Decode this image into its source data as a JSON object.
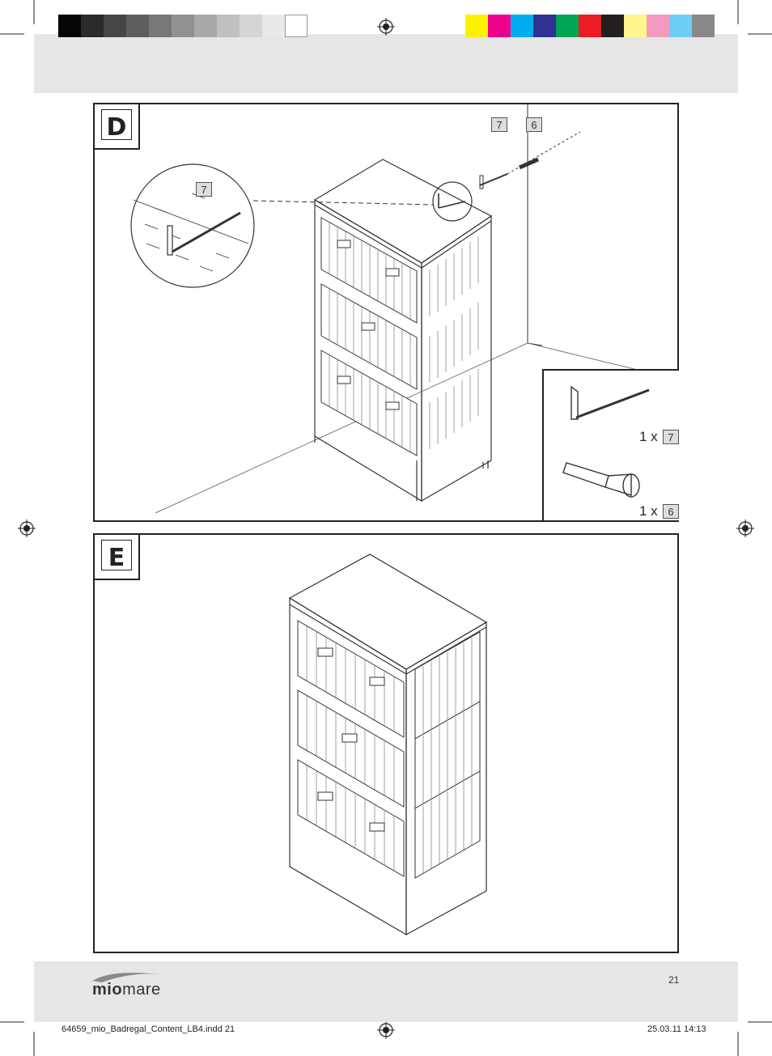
{
  "header": {
    "gray_swatches": [
      "#050505",
      "#2a2a2a",
      "#464646",
      "#5e5e5e",
      "#777777",
      "#919191",
      "#a9a9a9",
      "#c0c0c0",
      "#d5d5d5",
      "#e8e8e8",
      "#ffffff"
    ],
    "color_swatches": [
      "#fff200",
      "#ec008c",
      "#00aeef",
      "#2e3192",
      "#00a651",
      "#ed1c24",
      "#231f20",
      "#fff68f",
      "#f49ac1",
      "#6dcff6",
      "#898989"
    ]
  },
  "step_d": {
    "label": "D",
    "callout_part_label": "7",
    "top_parts": [
      "7",
      "6"
    ],
    "legend": [
      {
        "qty": "1 x",
        "part": "7",
        "icon": "screw-hook-icon"
      },
      {
        "qty": "1 x",
        "part": "6",
        "icon": "wall-plug-icon"
      }
    ]
  },
  "step_e": {
    "label": "E"
  },
  "footer": {
    "page_number": "21",
    "brand": {
      "bold": "mio",
      "regular": "mare"
    },
    "file_info": "64659_mio_Badregal_Content_LB4.indd   21",
    "datetime": "25.03.11   14:13"
  }
}
